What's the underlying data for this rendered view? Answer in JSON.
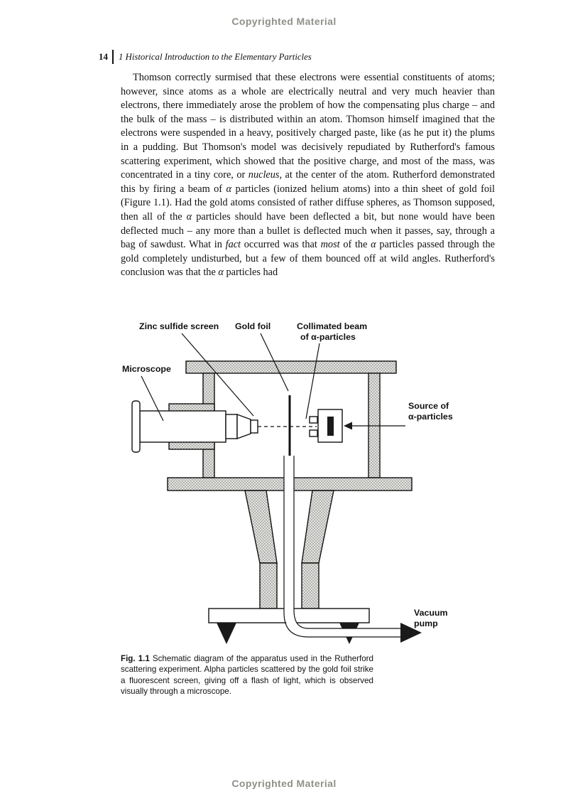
{
  "copyright": {
    "top": "Copyrighted Material",
    "bottom": "Copyrighted Material"
  },
  "header": {
    "page_number": "14",
    "chapter_title": "1  Historical Introduction to the Elementary Particles"
  },
  "body": {
    "paragraph": [
      {
        "t": "Thomson correctly surmised that these electrons were essential constituents of atoms; however, since atoms as a whole are electrically neutral and very much heavier than electrons, there immediately arose the problem of how the compensating plus charge – and the bulk of the mass – is distributed within an atom. Thomson himself imagined that the electrons were suspended in a heavy, positively charged paste, like (as he put it) the plums in a pudding. But Thomson's model was decisively repudiated by Rutherford's famous scattering experiment, which showed that the positive charge, and most of the mass, was concentrated in a tiny core, or "
      },
      {
        "t": "nucleus",
        "i": true
      },
      {
        "t": ", at the center of the atom. Rutherford demonstrated this by firing a beam of "
      },
      {
        "t": "α",
        "i": true
      },
      {
        "t": " particles (ionized helium atoms) into a thin sheet of gold foil (Figure 1.1). Had the gold atoms consisted of rather diffuse spheres, as Thomson supposed, then all of the "
      },
      {
        "t": "α",
        "i": true
      },
      {
        "t": " particles should have been deflected a bit, but none would have been deflected much – any more than a bullet is deflected much when it passes, say, through a bag of sawdust. What in "
      },
      {
        "t": "fact",
        "i": true
      },
      {
        "t": " occurred was that "
      },
      {
        "t": "most",
        "i": true
      },
      {
        "t": " of the "
      },
      {
        "t": "α",
        "i": true
      },
      {
        "t": " particles passed through the gold completely undisturbed, but a few of them bounced off at wild angles. Rutherford's conclusion was that the "
      },
      {
        "t": "α",
        "i": true
      },
      {
        "t": " particles had"
      }
    ]
  },
  "figure": {
    "labels": {
      "zinc_sulfide_screen": "Zinc sulfide screen",
      "gold_foil": "Gold foil",
      "collimated_beam_line1": "Collimated beam",
      "collimated_beam_line2": "of α-particles",
      "microscope": "Microscope",
      "source_line1": "Source of",
      "source_line2": "α-particles",
      "vacuum_line1": "Vacuum",
      "vacuum_line2": "pump"
    },
    "caption": [
      {
        "t": "Fig. 1.1",
        "b": true
      },
      {
        "t": "  Schematic diagram of the apparatus used in the Rutherford scattering experiment. Alpha particles scattered by the gold foil strike a fluorescent screen, giving off a flash of light, which is observed visually through a microscope."
      }
    ]
  }
}
